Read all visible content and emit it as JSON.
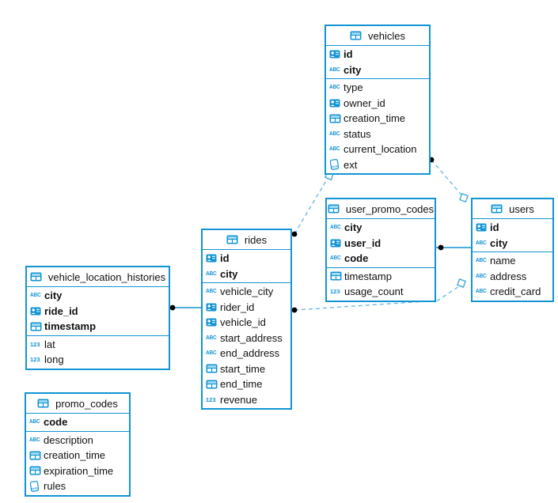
{
  "diagram": {
    "colors": {
      "primary_blue": "#1294d4",
      "dashed_line_blue": "#6cbae6",
      "endpoint_dot": "#000000",
      "text": "#111111",
      "background": "#ffffff"
    },
    "tables": [
      {
        "name": "vehicles",
        "primary_keys": [
          {
            "name": "id",
            "type": "id"
          },
          {
            "name": "city",
            "type": "text"
          }
        ],
        "columns": [
          {
            "name": "type",
            "type": "text"
          },
          {
            "name": "owner_id",
            "type": "id"
          },
          {
            "name": "creation_time",
            "type": "time"
          },
          {
            "name": "status",
            "type": "text"
          },
          {
            "name": "current_location",
            "type": "text"
          },
          {
            "name": "ext",
            "type": "json"
          }
        ]
      },
      {
        "name": "user_promo_codes",
        "primary_keys": [
          {
            "name": "city",
            "type": "text"
          },
          {
            "name": "user_id",
            "type": "id"
          },
          {
            "name": "code",
            "type": "text"
          }
        ],
        "columns": [
          {
            "name": "timestamp",
            "type": "time"
          },
          {
            "name": "usage_count",
            "type": "number"
          }
        ]
      },
      {
        "name": "users",
        "primary_keys": [
          {
            "name": "id",
            "type": "id"
          },
          {
            "name": "city",
            "type": "text"
          }
        ],
        "columns": [
          {
            "name": "name",
            "type": "text"
          },
          {
            "name": "address",
            "type": "text"
          },
          {
            "name": "credit_card",
            "type": "text"
          }
        ]
      },
      {
        "name": "rides",
        "primary_keys": [
          {
            "name": "id",
            "type": "id"
          },
          {
            "name": "city",
            "type": "text"
          }
        ],
        "columns": [
          {
            "name": "vehicle_city",
            "type": "text"
          },
          {
            "name": "rider_id",
            "type": "id"
          },
          {
            "name": "vehicle_id",
            "type": "id"
          },
          {
            "name": "start_address",
            "type": "text"
          },
          {
            "name": "end_address",
            "type": "text"
          },
          {
            "name": "start_time",
            "type": "time"
          },
          {
            "name": "end_time",
            "type": "time"
          },
          {
            "name": "revenue",
            "type": "number"
          }
        ]
      },
      {
        "name": "vehicle_location_histories",
        "primary_keys": [
          {
            "name": "city",
            "type": "text"
          },
          {
            "name": "ride_id",
            "type": "id"
          },
          {
            "name": "timestamp",
            "type": "time"
          }
        ],
        "columns": [
          {
            "name": "lat",
            "type": "number"
          },
          {
            "name": "long",
            "type": "number"
          }
        ]
      },
      {
        "name": "promo_codes",
        "primary_keys": [
          {
            "name": "code",
            "type": "text"
          }
        ],
        "columns": [
          {
            "name": "description",
            "type": "text"
          },
          {
            "name": "creation_time",
            "type": "time"
          },
          {
            "name": "expiration_time",
            "type": "time"
          },
          {
            "name": "rules",
            "type": "json"
          }
        ]
      }
    ],
    "relations": [
      {
        "from": "vehicle_location_histories",
        "to": "rides",
        "line": "solid"
      },
      {
        "from": "user_promo_codes",
        "to": "users",
        "line": "solid"
      },
      {
        "from": "rides",
        "to": "vehicles",
        "line": "dashed"
      },
      {
        "from": "vehicles",
        "to": "users",
        "line": "dashed"
      },
      {
        "from": "rides",
        "to": "users",
        "line": "dashed"
      }
    ]
  }
}
